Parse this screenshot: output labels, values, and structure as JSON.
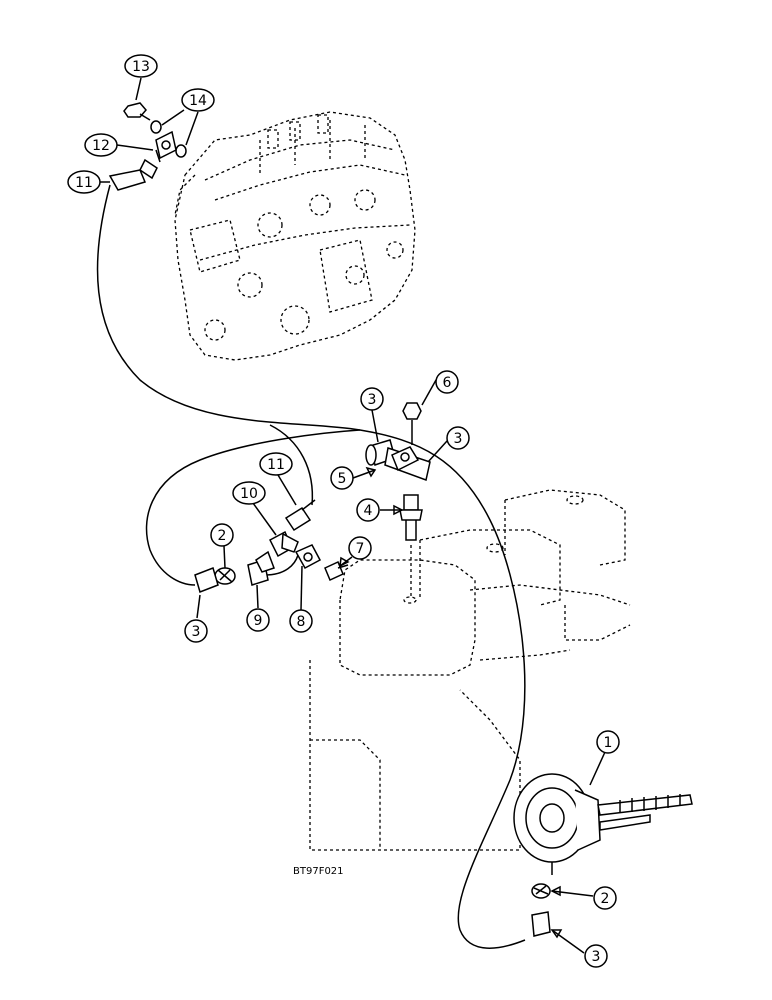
{
  "figure": {
    "id_code": "BT97F021"
  },
  "callouts": [
    {
      "key": "c13",
      "label": "13"
    },
    {
      "key": "c14",
      "label": "14"
    },
    {
      "key": "c12",
      "label": "12"
    },
    {
      "key": "c11a",
      "label": "11"
    },
    {
      "key": "c3a",
      "label": "3"
    },
    {
      "key": "c6",
      "label": "6"
    },
    {
      "key": "c3b",
      "label": "3"
    },
    {
      "key": "c5",
      "label": "5"
    },
    {
      "key": "c11b",
      "label": "11"
    },
    {
      "key": "c10",
      "label": "10"
    },
    {
      "key": "c4",
      "label": "4"
    },
    {
      "key": "c2a",
      "label": "2"
    },
    {
      "key": "c7",
      "label": "7"
    },
    {
      "key": "c3c",
      "label": "3"
    },
    {
      "key": "c9",
      "label": "9"
    },
    {
      "key": "c8",
      "label": "8"
    },
    {
      "key": "c1",
      "label": "1"
    },
    {
      "key": "c2b",
      "label": "2"
    },
    {
      "key": "c3d",
      "label": "3"
    }
  ]
}
